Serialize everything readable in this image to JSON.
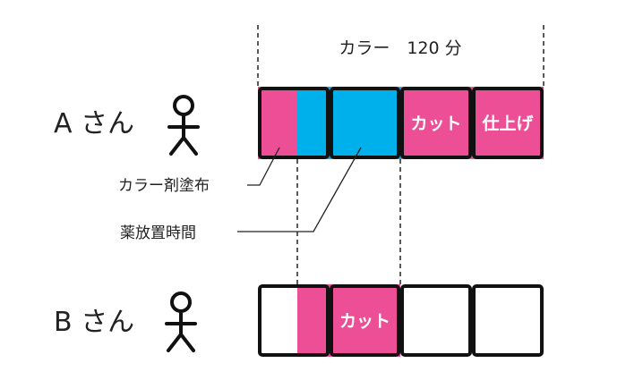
{
  "header": {
    "label": "カラー　120 分"
  },
  "people": [
    {
      "name": "A さん",
      "segments": [
        {
          "fill": "#ec4f96",
          "label": ""
        },
        {
          "fill": "#00b0ea",
          "label": ""
        },
        {
          "fill": "#00b0ea",
          "label": ""
        },
        {
          "fill": "#ec4f96",
          "label": "カット"
        },
        {
          "fill": "#ec4f96",
          "label": "仕上げ"
        }
      ]
    },
    {
      "name": "B さん",
      "segments": [
        {
          "fill": "#ffffff",
          "label": ""
        },
        {
          "fill": "#ec4f96",
          "label": ""
        },
        {
          "fill": "#ec4f96",
          "label": "カット"
        },
        {
          "fill": "#ffffff",
          "label": ""
        },
        {
          "fill": "#ffffff",
          "label": ""
        }
      ]
    }
  ],
  "callouts": {
    "apply": "カラー剤塗布",
    "wait": "薬放置時間"
  },
  "colors": {
    "pink": "#ec4f96",
    "blue": "#00b0ea",
    "outline": "#111111"
  },
  "icons": {
    "person": "stick-figure-icon"
  }
}
